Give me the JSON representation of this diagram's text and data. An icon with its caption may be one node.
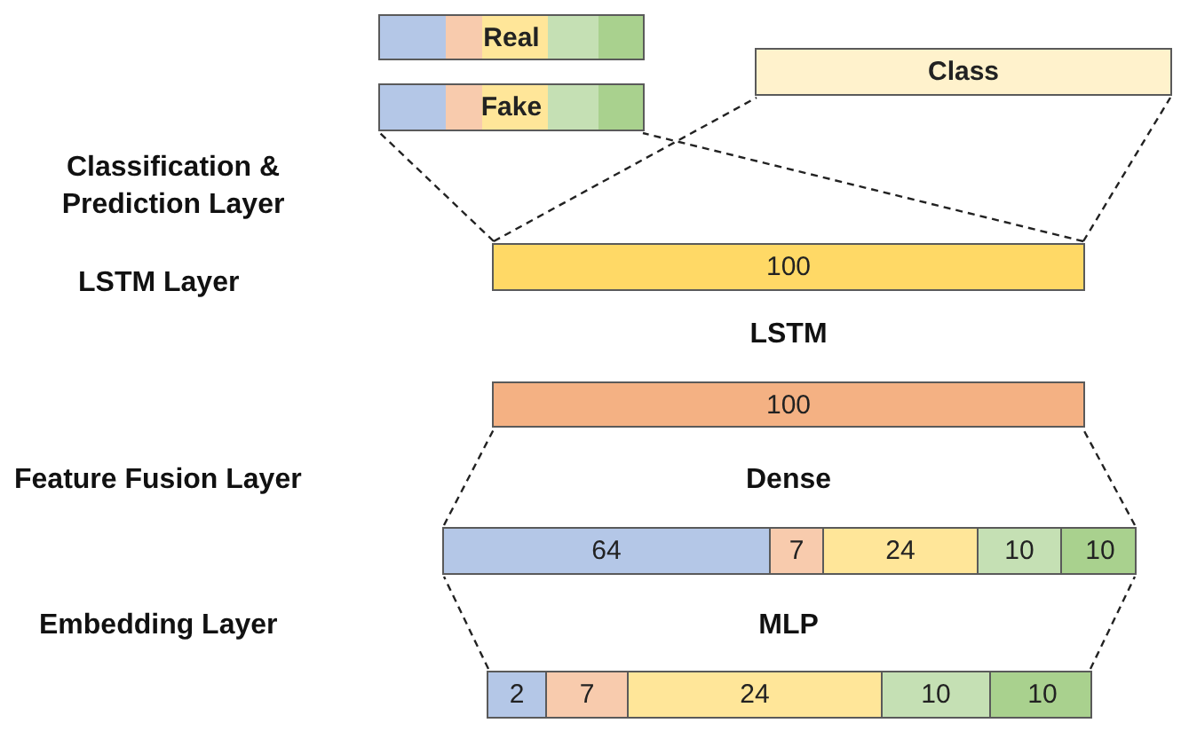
{
  "diagram": {
    "nodes": [
      {
        "text": [
          "Real"
        ]
      },
      {
        "text": [
          "Fake"
        ]
      },
      {
        "text": [
          "Class"
        ]
      },
      {
        "text": [
          "100"
        ]
      },
      {
        "text": [
          "100"
        ]
      },
      {
        "text": [],
        "shape": "bar"
      },
      {
        "text": [
          "64"
        ],
        "in": 5
      },
      {
        "text": [
          "7"
        ],
        "in": 5
      },
      {
        "text": [
          "24"
        ],
        "in": 5
      },
      {
        "text": [
          "10"
        ],
        "in": 5
      },
      {
        "text": [
          "10"
        ],
        "in": 5
      },
      {
        "text": [],
        "shape": "bar"
      },
      {
        "text": [
          "2"
        ],
        "in": 11
      },
      {
        "text": [
          "7"
        ],
        "in": 11
      },
      {
        "text": [
          "24"
        ],
        "in": 11
      },
      {
        "text": [
          "10"
        ],
        "in": 11
      },
      {
        "text": [
          "10"
        ],
        "in": 11
      }
    ],
    "edges": [
      {
        "from": 3,
        "to": 1,
        "arrow": "none",
        "style": "dashed"
      },
      {
        "from": 3,
        "to": 1,
        "arrow": "none",
        "style": "dashed"
      },
      {
        "from": 3,
        "to": 2,
        "arrow": "none",
        "style": "dashed"
      },
      {
        "from": 3,
        "to": 2,
        "arrow": "none",
        "style": "dashed"
      },
      {
        "from": 5,
        "to": 4,
        "arrow": "none",
        "style": "dashed"
      },
      {
        "from": 5,
        "to": 4,
        "arrow": "none",
        "style": "dashed"
      },
      {
        "from": 11,
        "to": 5,
        "arrow": "none",
        "style": "dashed"
      },
      {
        "from": 11,
        "to": 5,
        "arrow": "none",
        "style": "dashed"
      }
    ],
    "labels": [
      "Classification & Prediction Layer",
      "LSTM Layer",
      "LSTM",
      "Feature Fusion Layer",
      "Dense",
      "Embedding Layer",
      "MLP"
    ]
  }
}
